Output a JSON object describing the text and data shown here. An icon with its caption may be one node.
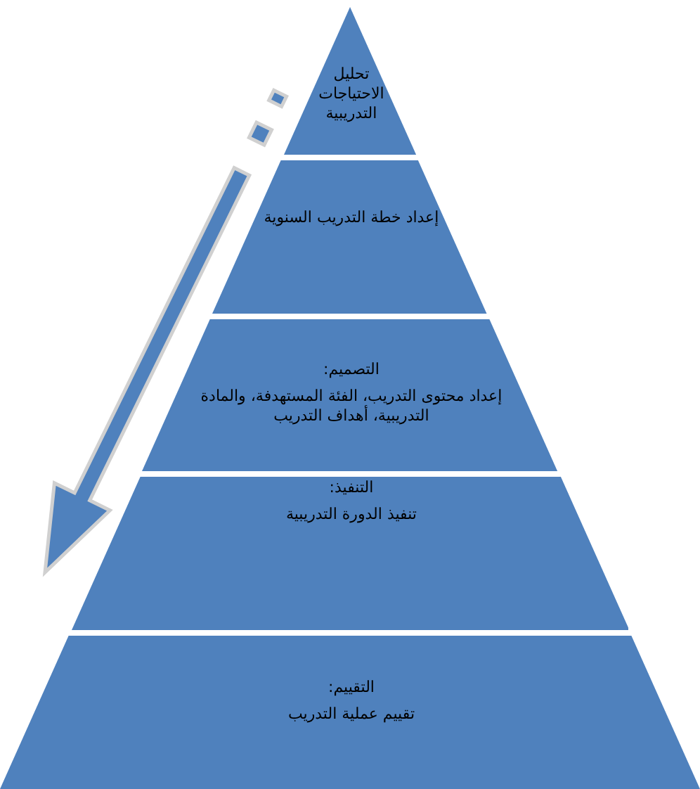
{
  "diagram": {
    "nodes": [
      {
        "text": [
          "تحليل الاحتياجات التدريبية"
        ]
      },
      {
        "text": [
          "إعداد خطة التدريب السنوية"
        ]
      },
      {
        "text": [
          "التصميم:",
          "إعداد محتوى التدريب، الفئة المستهدفة، والمادة التدريبية، أهداف التدريب"
        ]
      },
      {
        "text": [
          "التنفيذ:",
          "تنفيذ الدورة التدريبية"
        ]
      },
      {
        "text": [
          "التقييم:",
          "تقييم عملية التدريب"
        ]
      }
    ],
    "edges": []
  }
}
